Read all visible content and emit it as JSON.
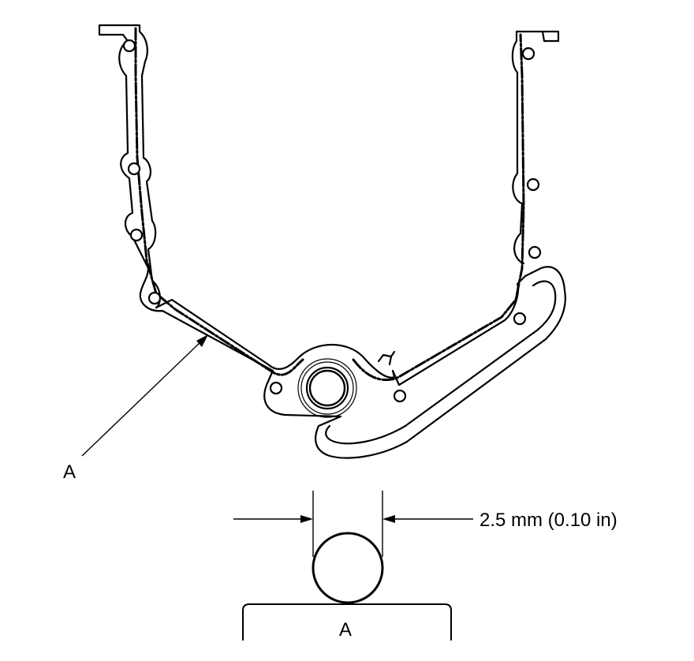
{
  "diagram": {
    "callout_label": "A",
    "dimension_text": "2.5 mm (0.10 in)",
    "section_label": "A"
  },
  "colors": {
    "line": "#000000",
    "background": "#ffffff"
  }
}
